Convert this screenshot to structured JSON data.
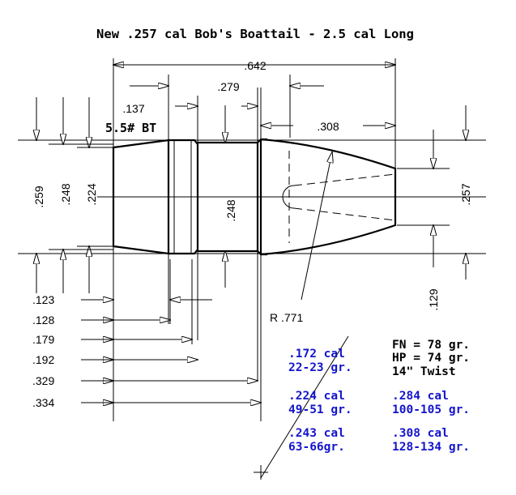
{
  "title": "New .257 cal Bob's Boattail - 2.5 cal Long",
  "band_label": "5.5# BT",
  "top_dims": {
    "overall": ".642",
    "nose": ".279",
    "bt_len": ".137",
    "ogive": ".308"
  },
  "diameters": {
    "d259": ".259",
    "d248": ".248",
    "d224": ".224",
    "d248_mid": ".248",
    "d257": ".257",
    "d129": ".129"
  },
  "left_dims": [
    ".123",
    ".128",
    ".179",
    ".192",
    ".329",
    ".334"
  ],
  "radius": "R .771",
  "fn_hp": {
    "fn": "FN = 78 gr.",
    "hp": "HP = 74 gr.",
    "twist": "14\" Twist"
  },
  "weights": [
    {
      "cal": ".172 cal",
      "gr": "22-23 gr.",
      "color": "blue"
    },
    {
      "cal": ".224 cal",
      "gr": "49-51 gr.",
      "color": "blue"
    },
    {
      "cal": ".284 cal",
      "gr": "100-105 gr.",
      "color": "blue"
    },
    {
      "cal": ".243 cal",
      "gr": "63-66gr.",
      "color": "blue"
    },
    {
      "cal": ".308 cal",
      "gr": "128-134 gr.",
      "color": "blue"
    }
  ],
  "colors": {
    "ink": "#000000",
    "accent": "#1414cc"
  }
}
